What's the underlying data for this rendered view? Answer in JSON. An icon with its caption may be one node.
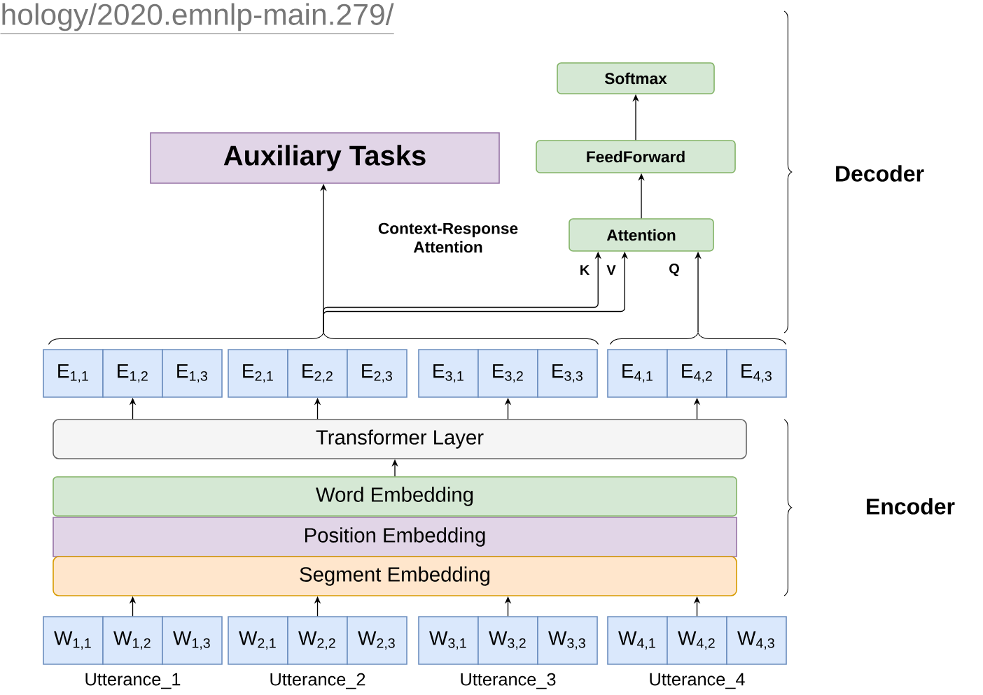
{
  "diagram": {
    "nodes": [
      {
        "text": [
          "Softmax"
        ]
      },
      {
        "text": [
          "Auxiliary Tasks"
        ]
      },
      {
        "text": [
          "FeedForward"
        ]
      },
      {
        "text": [
          "Attention"
        ]
      },
      {
        "text": [],
        "shape": "brace"
      },
      {
        "text": [],
        "shape": "brace"
      },
      {
        "text": [
          "E$_{1,1}$"
        ]
      },
      {
        "text": [
          "E$_{1,2}$"
        ]
      },
      {
        "text": [
          "E$_{1,3}$"
        ]
      },
      {
        "text": [
          "E$_{2,1}$"
        ]
      },
      {
        "text": [
          "E$_{2,2}$"
        ]
      },
      {
        "text": [
          "E$_{2,3}$"
        ]
      },
      {
        "text": [
          "E$_{3,1}$"
        ]
      },
      {
        "text": [
          "E$_{3,2}$"
        ]
      },
      {
        "text": [
          "E$_{3,3}$"
        ]
      },
      {
        "text": [
          "E$_{4,1}$"
        ]
      },
      {
        "text": [
          "E$_{4,2}$"
        ]
      },
      {
        "text": [
          "E$_{4,3}$"
        ]
      },
      {
        "text": [
          "Transformer Layer"
        ]
      },
      {
        "text": [
          "Word Embedding"
        ]
      },
      {
        "text": [
          "Position Embedding"
        ]
      },
      {
        "text": [
          "Segment Embedding"
        ]
      },
      {
        "text": [
          "W$_{1,1}$"
        ]
      },
      {
        "text": [
          "W$_{1,2}$"
        ]
      },
      {
        "text": [
          "W$_{1,3}$"
        ]
      },
      {
        "text": [
          "W$_{2,1}$"
        ]
      },
      {
        "text": [
          "W$_{2,2}$"
        ]
      },
      {
        "text": [
          "W$_{2,3}$"
        ]
      },
      {
        "text": [
          "W$_{3,1}$"
        ]
      },
      {
        "text": [
          "W$_{3,2}$"
        ]
      },
      {
        "text": [
          "W$_{3,3}$"
        ]
      },
      {
        "text": [
          "W$_{4,1}$"
        ]
      },
      {
        "text": [
          "W$_{4,2}$"
        ]
      },
      {
        "text": [
          "W$_{4,3}$"
        ]
      }
    ],
    "edges": [
      {
        "from": 3,
        "to": 2,
        "arrow": "to"
      },
      {
        "from": 2,
        "to": 0,
        "arrow": "to"
      },
      {
        "from": 4,
        "to": 1,
        "arrow": "to"
      },
      {
        "from": 4,
        "to": 3,
        "arrow": "to",
        "label": "K"
      },
      {
        "from": 4,
        "to": 3,
        "arrow": "to",
        "label": "V"
      },
      {
        "from": 5,
        "to": 3,
        "arrow": "to",
        "label": "Q"
      },
      {
        "from": 18,
        "to": 7,
        "arrow": "to"
      },
      {
        "from": 18,
        "to": 10,
        "arrow": "to"
      },
      {
        "from": 18,
        "to": 13,
        "arrow": "to"
      },
      {
        "from": 18,
        "to": 16,
        "arrow": "to"
      },
      {
        "from": 19,
        "to": 18,
        "arrow": "to"
      },
      {
        "from": 23,
        "to": 21,
        "arrow": "to"
      },
      {
        "from": 26,
        "to": 21,
        "arrow": "to"
      },
      {
        "from": 29,
        "to": 21,
        "arrow": "to"
      },
      {
        "from": 32,
        "to": 21,
        "arrow": "to"
      }
    ],
    "labels": [
      "hology/2020.emnlp-main.279/",
      "Context-Response Attention",
      "Decoder",
      "Encoder",
      "Utterance_1",
      "Utterance_2",
      "Utterance_3",
      "Utterance_4"
    ]
  }
}
